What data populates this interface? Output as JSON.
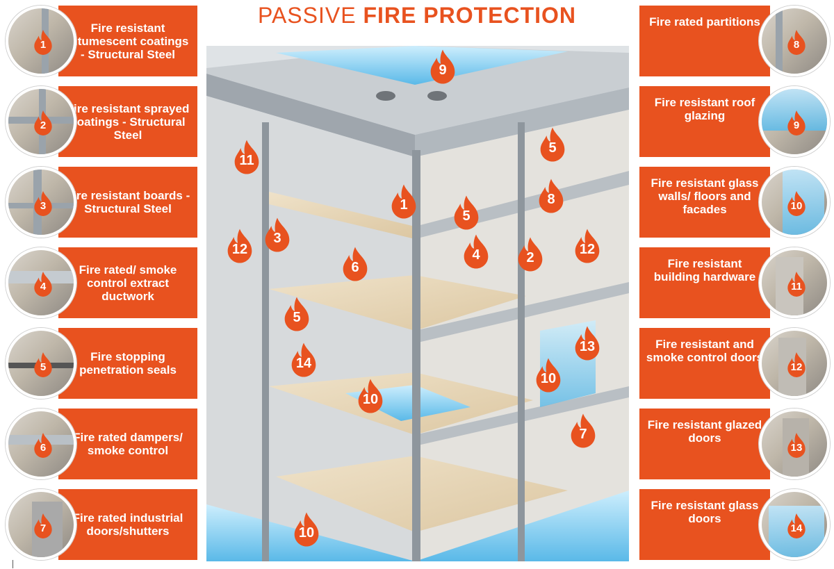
{
  "title": {
    "light": "PASSIVE ",
    "bold": "FIRE PROTECTION"
  },
  "colors": {
    "accent": "#e8521f",
    "panel_text": "#ffffff"
  },
  "left_items": [
    {
      "number": "1",
      "label": "Fire resistant intumescent coatings - Structural Steel"
    },
    {
      "number": "2",
      "label": "Fire resistant sprayed coatings - Structural Steel"
    },
    {
      "number": "3",
      "label": "Fire resistant boards - Structural Steel"
    },
    {
      "number": "4",
      "label": "Fire rated/ smoke control extract ductwork"
    },
    {
      "number": "5",
      "label": "Fire stopping penetration seals"
    },
    {
      "number": "6",
      "label": "Fire rated dampers/ smoke control"
    },
    {
      "number": "7",
      "label": "Fire rated industrial doors/shutters"
    }
  ],
  "right_items": [
    {
      "number": "8",
      "label": "Fire rated partitions"
    },
    {
      "number": "9",
      "label": "Fire resistant roof glazing"
    },
    {
      "number": "10",
      "label": "Fire resistant glass walls/ floors and facades"
    },
    {
      "number": "11",
      "label": "Fire resistant building hardware"
    },
    {
      "number": "12",
      "label": "Fire resistant and smoke control doors"
    },
    {
      "number": "13",
      "label": "Fire resistant glazed doors"
    },
    {
      "number": "14",
      "label": "Fire resistant glass doors"
    }
  ],
  "building_markers": [
    "9",
    "11",
    "5",
    "1",
    "5",
    "8",
    "3",
    "12",
    "6",
    "4",
    "2",
    "12",
    "5",
    "13",
    "14",
    "10",
    "10",
    "7",
    "10"
  ]
}
